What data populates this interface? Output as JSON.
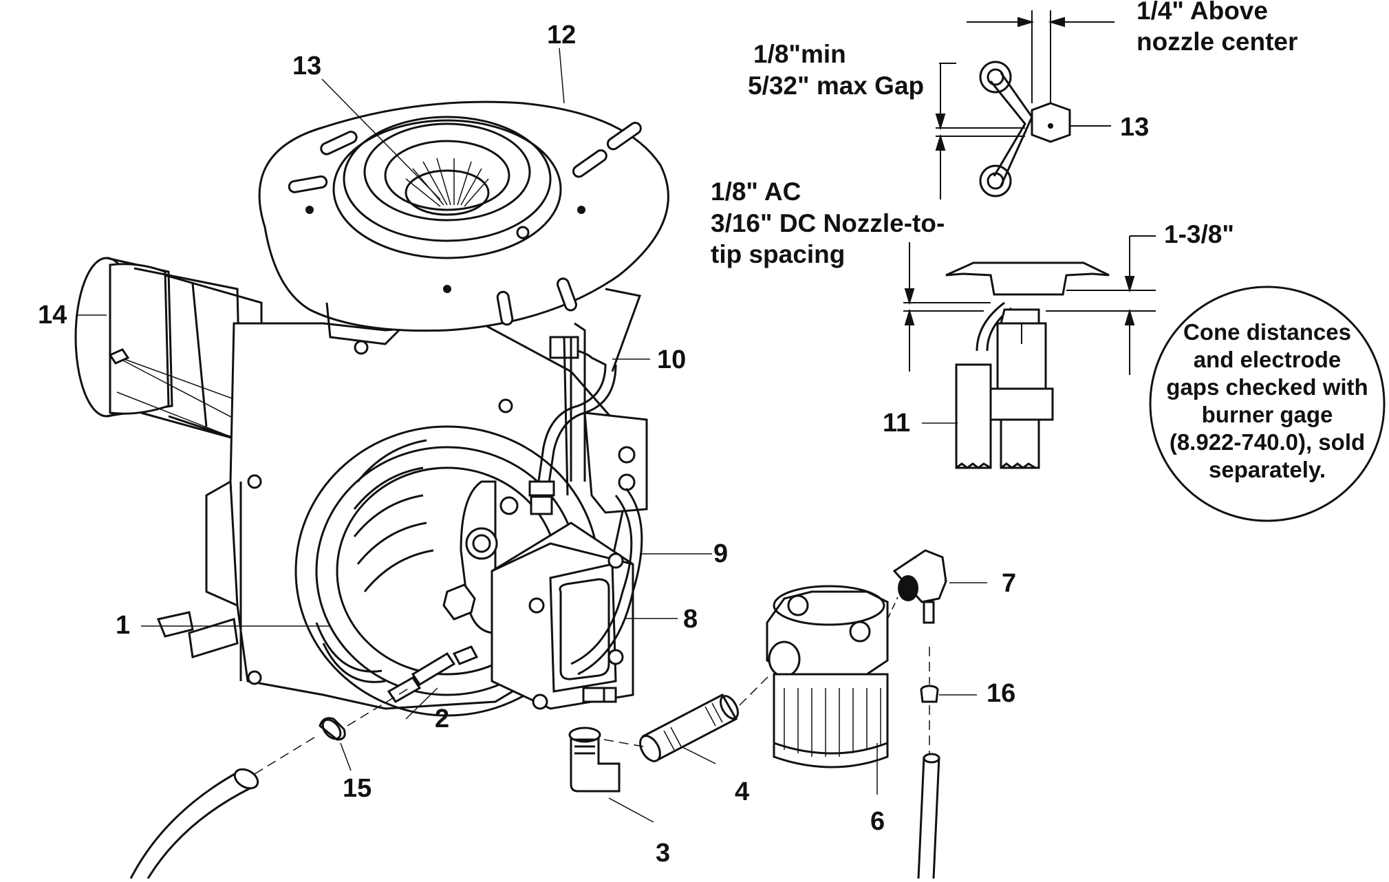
{
  "callouts": {
    "c1": "1",
    "c2": "2",
    "c3": "3",
    "c4": "4",
    "c6": "6",
    "c7": "7",
    "c8": "8",
    "c9": "9",
    "c10": "10",
    "c11": "11",
    "c12": "12",
    "c13": "13",
    "c13b": "13",
    "c14": "14",
    "c15": "15",
    "c16": "16"
  },
  "notes": {
    "above_line1": "1/4\" Above",
    "above_line2": "nozzle  center",
    "gap_line1": "1/8\"min",
    "gap_line2": "5/32\" max Gap",
    "spacing_line1": "1/8\" AC",
    "spacing_line2": "3/16\" DC Nozzle-to-",
    "spacing_line3": "tip spacing",
    "cone_dim": "1-3/8\""
  },
  "info_circle": {
    "line1": "Cone distances",
    "line2": "and electrode",
    "line3": "gaps checked with",
    "line4": "burner gage",
    "line5": "(8.922-740.0), sold",
    "line6": "separately."
  }
}
